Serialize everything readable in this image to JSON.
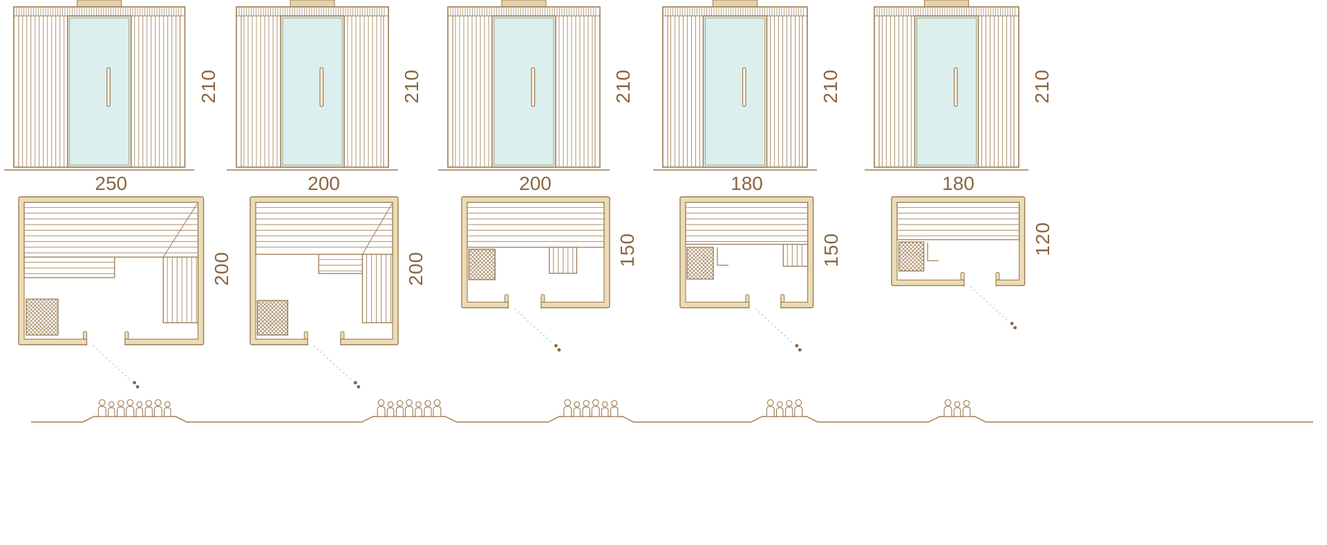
{
  "saunas": [
    {
      "width_label": "250",
      "depth_label": "200",
      "height_label": "210",
      "width_cm": 250,
      "depth_cm": 200,
      "height_cm": 210,
      "capacity": 8
    },
    {
      "width_label": "200",
      "depth_label": "200",
      "height_label": "210",
      "width_cm": 200,
      "depth_cm": 200,
      "height_cm": 210,
      "capacity": 7
    },
    {
      "width_label": "200",
      "depth_label": "150",
      "height_label": "210",
      "width_cm": 200,
      "depth_cm": 150,
      "height_cm": 210,
      "capacity": 6
    },
    {
      "width_label": "180",
      "depth_label": "150",
      "height_label": "210",
      "width_cm": 180,
      "depth_cm": 150,
      "height_cm": 210,
      "capacity": 4
    },
    {
      "width_label": "180",
      "depth_label": "120",
      "height_label": "210",
      "width_cm": 180,
      "depth_cm": 120,
      "height_cm": 210,
      "capacity": 3
    }
  ],
  "colors": {
    "wood_line": "#9a7a50",
    "label_text": "#8a6642",
    "wall_fill": "#ecdcb6",
    "glass_fill": "#dcefed",
    "swing_line": "#c9e0db",
    "handle_dot": "#8a6642",
    "background": "#ffffff"
  },
  "icons": {
    "heater": "heater-lattice-icon",
    "door_swing": "door-swing-dotted-icon",
    "door_handle_mark": "door-handle-dots-icon",
    "person": "person-capacity-icon"
  }
}
